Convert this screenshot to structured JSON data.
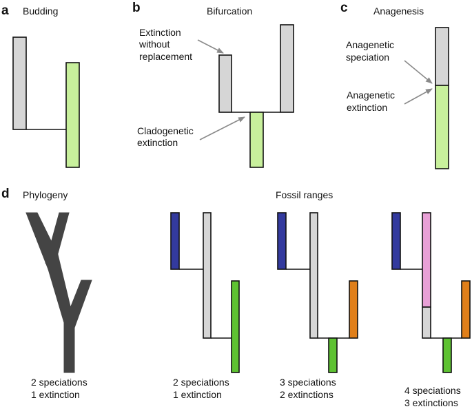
{
  "panels": {
    "a": {
      "letter": "a",
      "title": "Budding"
    },
    "b": {
      "letter": "b",
      "title": "Bifurcation",
      "annotation_top": [
        "Extinction",
        "without",
        "replacement"
      ],
      "annotation_bottom": [
        "Cladogenetic",
        "extinction"
      ]
    },
    "c": {
      "letter": "c",
      "title": "Anagenesis",
      "annotation_top": [
        "Anagenetic",
        "speciation"
      ],
      "annotation_bottom": [
        "Anagenetic",
        "extinction"
      ]
    },
    "d": {
      "letter": "d",
      "title_left": "Phylogeny",
      "title_right": "Fossil ranges",
      "captions": [
        {
          "line1": "2 speciations",
          "line2": "1 extinction"
        },
        {
          "line1": "2 speciations",
          "line2": "1 extinction"
        },
        {
          "line1": "3 speciations",
          "line2": "2 extinctions"
        },
        {
          "line1": "4 speciations",
          "line2": "3 extinctions"
        }
      ]
    }
  },
  "colors": {
    "grey": "#d6d6d6",
    "light_green": "#c8f09c",
    "blue": "#333a9e",
    "green": "#5ec232",
    "orange": "#e07f1a",
    "pink": "#e8a0d6",
    "phylogeny": "#444444",
    "arrow": "#8a8a8a"
  }
}
